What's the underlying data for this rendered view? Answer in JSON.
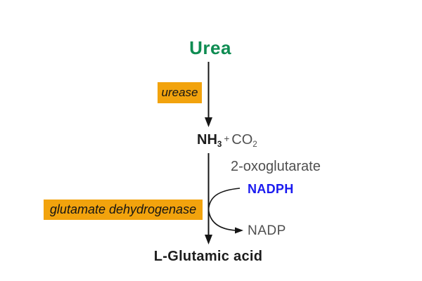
{
  "pathway": {
    "substrate": {
      "label": "Urea",
      "color": "#0E8C52"
    },
    "reaction1": {
      "enzyme_label": "urease",
      "box_color": "#F2A30D"
    },
    "product1": {
      "compound": "NH",
      "compound_subscript": "3",
      "plus_sign": "+",
      "co_compound": "CO",
      "co_subscript": "2"
    },
    "reaction2": {
      "enzyme_label": "glutamate dehydrogenase",
      "box_color": "#F2A30D",
      "cosubstrate_label": "2-oxoglutarate",
      "cofactor_in": "NADPH",
      "cofactor_in_color": "#1A1AF0",
      "cofactor_out": "NADP"
    },
    "product2": {
      "label": "L-Glutamic acid"
    }
  },
  "colors": {
    "arrow": "#161616",
    "gray_text": "#4F4F4F",
    "black_text": "#1c1c1c",
    "background": "#ffffff"
  }
}
